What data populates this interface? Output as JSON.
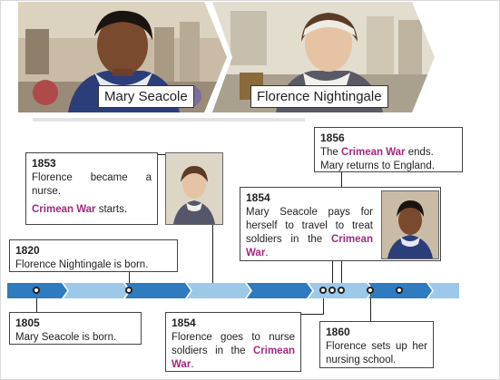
{
  "header": {
    "left_name": "Mary Seacole",
    "right_name": "Florence Nightingale"
  },
  "events": [
    {
      "year": "1853",
      "lines": [
        "Florence became a",
        "nurse."
      ],
      "highlight": "Crimean War",
      "after": " starts."
    },
    {
      "year": "1856",
      "pre": "The ",
      "highlight": "Crimean War",
      "post": " ends.",
      "line2": "Mary returns to England."
    },
    {
      "year": "1854",
      "text": "Mary Seacole pays for herself to travel to treat soldiers in the",
      "highlight": "Crimean War",
      "after": "."
    },
    {
      "year": "1820",
      "text": "Florence Nightingale is born."
    },
    {
      "year": "1805",
      "text": "Mary Seacole is born."
    },
    {
      "year": "1854",
      "text": "Florence goes to nurse soldiers in the",
      "highlight": "Crimean War",
      "after": "."
    },
    {
      "year": "1860",
      "text": "Florence sets up her nursing school."
    }
  ],
  "colors": {
    "highlight": "#a3297d",
    "timeline_dark": "#2f7bbf",
    "timeline_light": "#9cc8ea"
  },
  "icons": [
    "mary-seacole-portrait",
    "florence-nightingale-portrait"
  ]
}
